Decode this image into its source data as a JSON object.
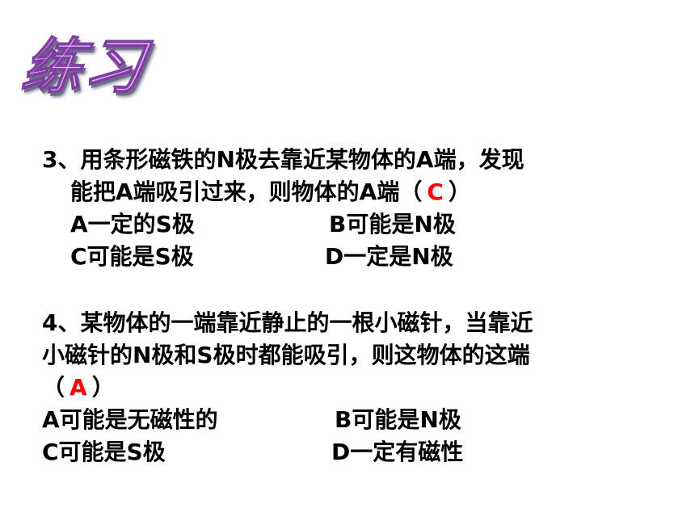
{
  "title": "练习",
  "colors": {
    "answer": "#ff0000",
    "title_fill": "#e6b8f2",
    "text": "#000000"
  },
  "q3": {
    "line1": "3、用条形磁铁的N极去靠近某物体的A端，发现",
    "line2_before": "能把A端吸引过来，则物体的A端（",
    "answer": "C",
    "line2_after": "）",
    "option_a": "A一定的S极",
    "option_b": "B可能是N极",
    "option_c": "C可能是S极",
    "option_d": "D一定是N极"
  },
  "q4": {
    "line1": "4、某物体的一端靠近静止的一根小磁针，当靠近",
    "line2": "小磁针的N极和S极时都能吸引，则这物体的这端",
    "line3_before": "（",
    "answer": "A",
    "line3_after": "）",
    "option_a": "A可能是无磁性的",
    "option_b": "B可能是N极",
    "option_c": "C可能是S极",
    "option_d": "D一定有磁性"
  }
}
